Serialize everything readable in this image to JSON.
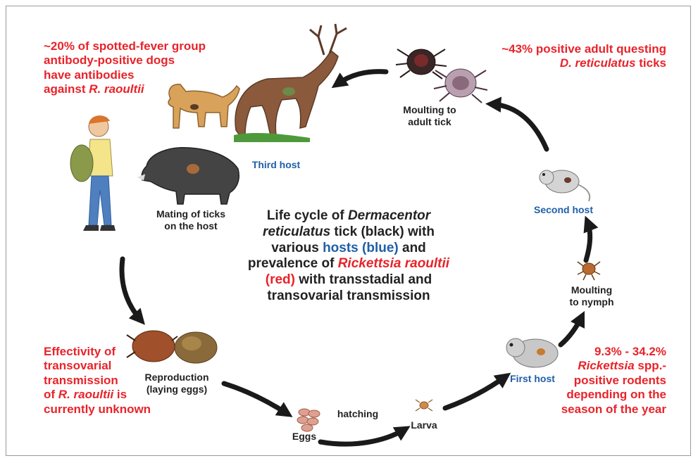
{
  "title": {
    "l1a": "Life cycle of ",
    "l1b": "Dermacentor",
    "l2a": "reticulatus",
    "l2b": " tick (black) with",
    "l3a": "various ",
    "l3b": "hosts (blue)",
    "l3c": " and",
    "l4a": "prevalence of ",
    "l4b": "Rickettsia raoultii",
    "l5a": "(red)",
    "l5b": " with transstadial and",
    "l6": "transovarial transmission"
  },
  "stages": {
    "moulting_adult_1": "Moulting to",
    "moulting_adult_2": "adult tick",
    "mating_1": "Mating of ticks",
    "mating_2": "on the host",
    "reproduction_1": "Reproduction",
    "reproduction_2": "(laying eggs)",
    "eggs": "Eggs",
    "hatching": "hatching",
    "larva": "Larva",
    "moulting_nymph_1": "Moulting",
    "moulting_nymph_2": "to nymph"
  },
  "hosts": {
    "third": "Third host",
    "second": "Second host",
    "first": "First host"
  },
  "annotations": {
    "dogs": [
      "~20% of spotted-fever group",
      "antibody-positive dogs",
      "have antibodies"
    ],
    "dogs_last_a": "against ",
    "dogs_last_b": "R. raoultii",
    "adult_ticks_1": "~43% positive adult questing",
    "adult_ticks_2a": "D. reticulatus",
    "adult_ticks_2b": " ticks",
    "transovarial": [
      "Effectivity of",
      "transovarial",
      "transmission"
    ],
    "transovarial_4a": "of ",
    "transovarial_4b": "R. raoultii",
    "transovarial_4c": " is",
    "transovarial_5": "currently unknown",
    "rodents_1": "9.3% - 34.2%",
    "rodents_2a": "Rickettsia",
    "rodents_2b": " spp.-",
    "rodents_3": "positive rodents",
    "rodents_4": "depending on the",
    "rodents_5": "season of the year"
  },
  "colors": {
    "red": "#e8232a",
    "blue": "#1f5fa8",
    "arrow": "#1a1a1a"
  },
  "icons": [
    "deer",
    "dog",
    "boar",
    "hiker",
    "adult-tick",
    "engorged-tick",
    "egg-mass",
    "eggs",
    "larva",
    "nymph",
    "rodent"
  ]
}
